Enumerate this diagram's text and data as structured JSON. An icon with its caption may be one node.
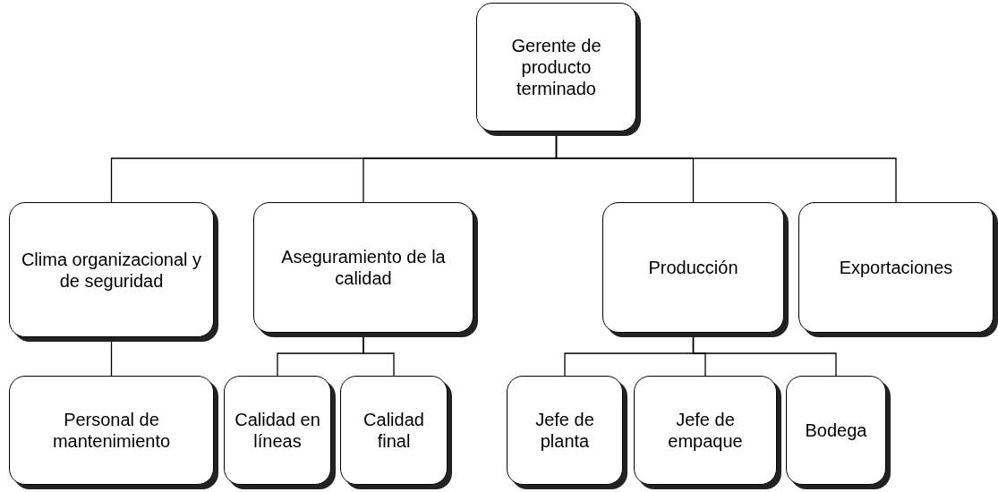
{
  "diagram": {
    "nodes": [
      {
        "text": [
          "Gerente de producto terminado"
        ]
      },
      {
        "text": [
          "Clima organizacional y de seguridad"
        ]
      },
      {
        "text": [
          "Aseguramiento de la calidad"
        ]
      },
      {
        "text": [
          "Producción"
        ]
      },
      {
        "text": [
          "Exportaciones"
        ]
      },
      {
        "text": [
          "Personal de mantenimiento"
        ]
      },
      {
        "text": [
          "Calidad en líneas"
        ]
      },
      {
        "text": [
          "Calidad final"
        ]
      },
      {
        "text": [
          "Jefe de planta"
        ]
      },
      {
        "text": [
          "Jefe de empaque"
        ]
      },
      {
        "text": [
          "Bodega"
        ]
      }
    ],
    "edges": [
      {
        "from": 0,
        "to": 1,
        "arrow": "none"
      },
      {
        "from": 0,
        "to": 2,
        "arrow": "none"
      },
      {
        "from": 0,
        "to": 3,
        "arrow": "none"
      },
      {
        "from": 0,
        "to": 4,
        "arrow": "none"
      },
      {
        "from": 1,
        "to": 5,
        "arrow": "none"
      },
      {
        "from": 2,
        "to": 6,
        "arrow": "none"
      },
      {
        "from": 2,
        "to": 7,
        "arrow": "none"
      },
      {
        "from": 3,
        "to": 8,
        "arrow": "none"
      },
      {
        "from": 3,
        "to": 9,
        "arrow": "none"
      },
      {
        "from": 3,
        "to": 10,
        "arrow": "none"
      }
    ]
  }
}
